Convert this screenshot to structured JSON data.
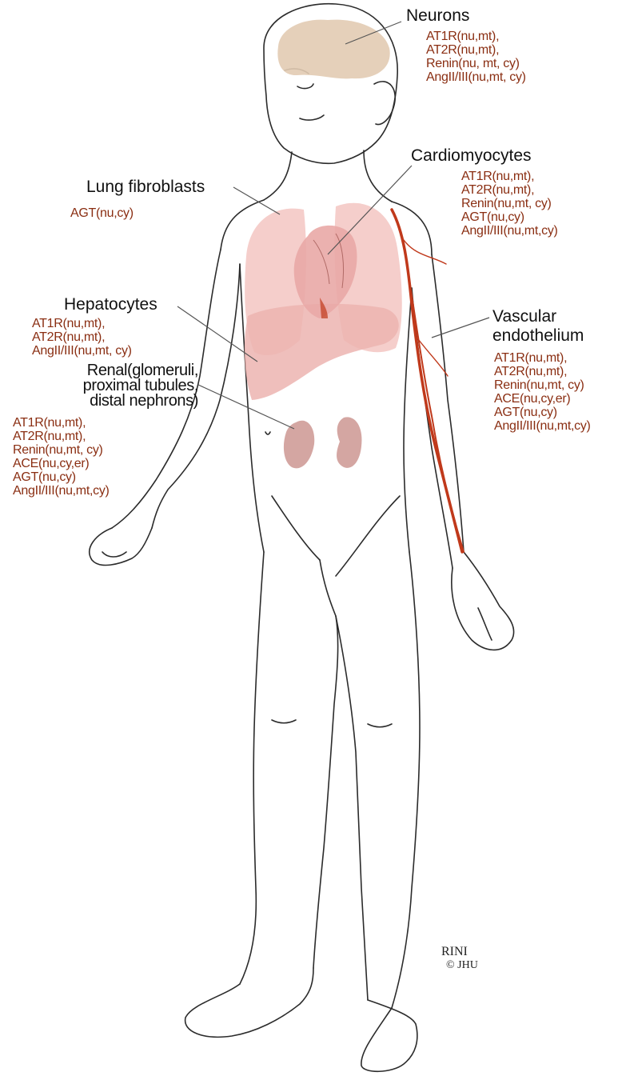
{
  "colors": {
    "outline": "#2b2b2b",
    "molecule_text": "#8a2e12",
    "brain": "#e2cbb3",
    "lungs": "#f3c6c2",
    "heart": "#e9a8a6",
    "liver": "#ecb4b0",
    "kidney": "#cf9c98",
    "vessel": "#c0391b"
  },
  "labels": {
    "neurons": {
      "title": "Neurons",
      "items": [
        "AT1R(nu,mt),",
        "AT2R(nu,mt),",
        "Renin(nu, mt, cy)",
        "AngII/III(nu,mt, cy)"
      ]
    },
    "cardiomyocytes": {
      "title": "Cardiomyocytes",
      "items": [
        "AT1R(nu,mt),",
        "AT2R(nu,mt),",
        "Renin(nu,mt, cy)",
        "AGT(nu,cy)",
        "AngII/III(nu,mt,cy)"
      ]
    },
    "lung_fibroblasts": {
      "title": "Lung fibroblasts",
      "items": [
        "AGT(nu,cy)"
      ]
    },
    "hepatocytes": {
      "title": "Hepatocytes",
      "items": [
        "AT1R(nu,mt),",
        "AT2R(nu,mt),",
        "AngII/III(nu,mt, cy)"
      ]
    },
    "vascular": {
      "title_lines": [
        "Vascular",
        "endothelium"
      ],
      "items": [
        "AT1R(nu,mt),",
        "AT2R(nu,mt),",
        "Renin(nu,mt, cy)",
        "ACE(nu,cy,er)",
        "AGT(nu,cy)",
        "AngII/III(nu,mt,cy)"
      ]
    },
    "renal": {
      "title_lines": [
        "Renal(glomeruli,",
        "proximal tubules,",
        "distal nephrons)"
      ],
      "items": [
        "AT1R(nu,mt),",
        "AT2R(nu,mt),",
        "Renin(nu,mt, cy)",
        "ACE(nu,cy,er)",
        "AGT(nu,cy)",
        "AngII/III(nu,mt,cy)"
      ]
    }
  },
  "credit": {
    "line1": "RINI",
    "line2": "© JHU"
  }
}
